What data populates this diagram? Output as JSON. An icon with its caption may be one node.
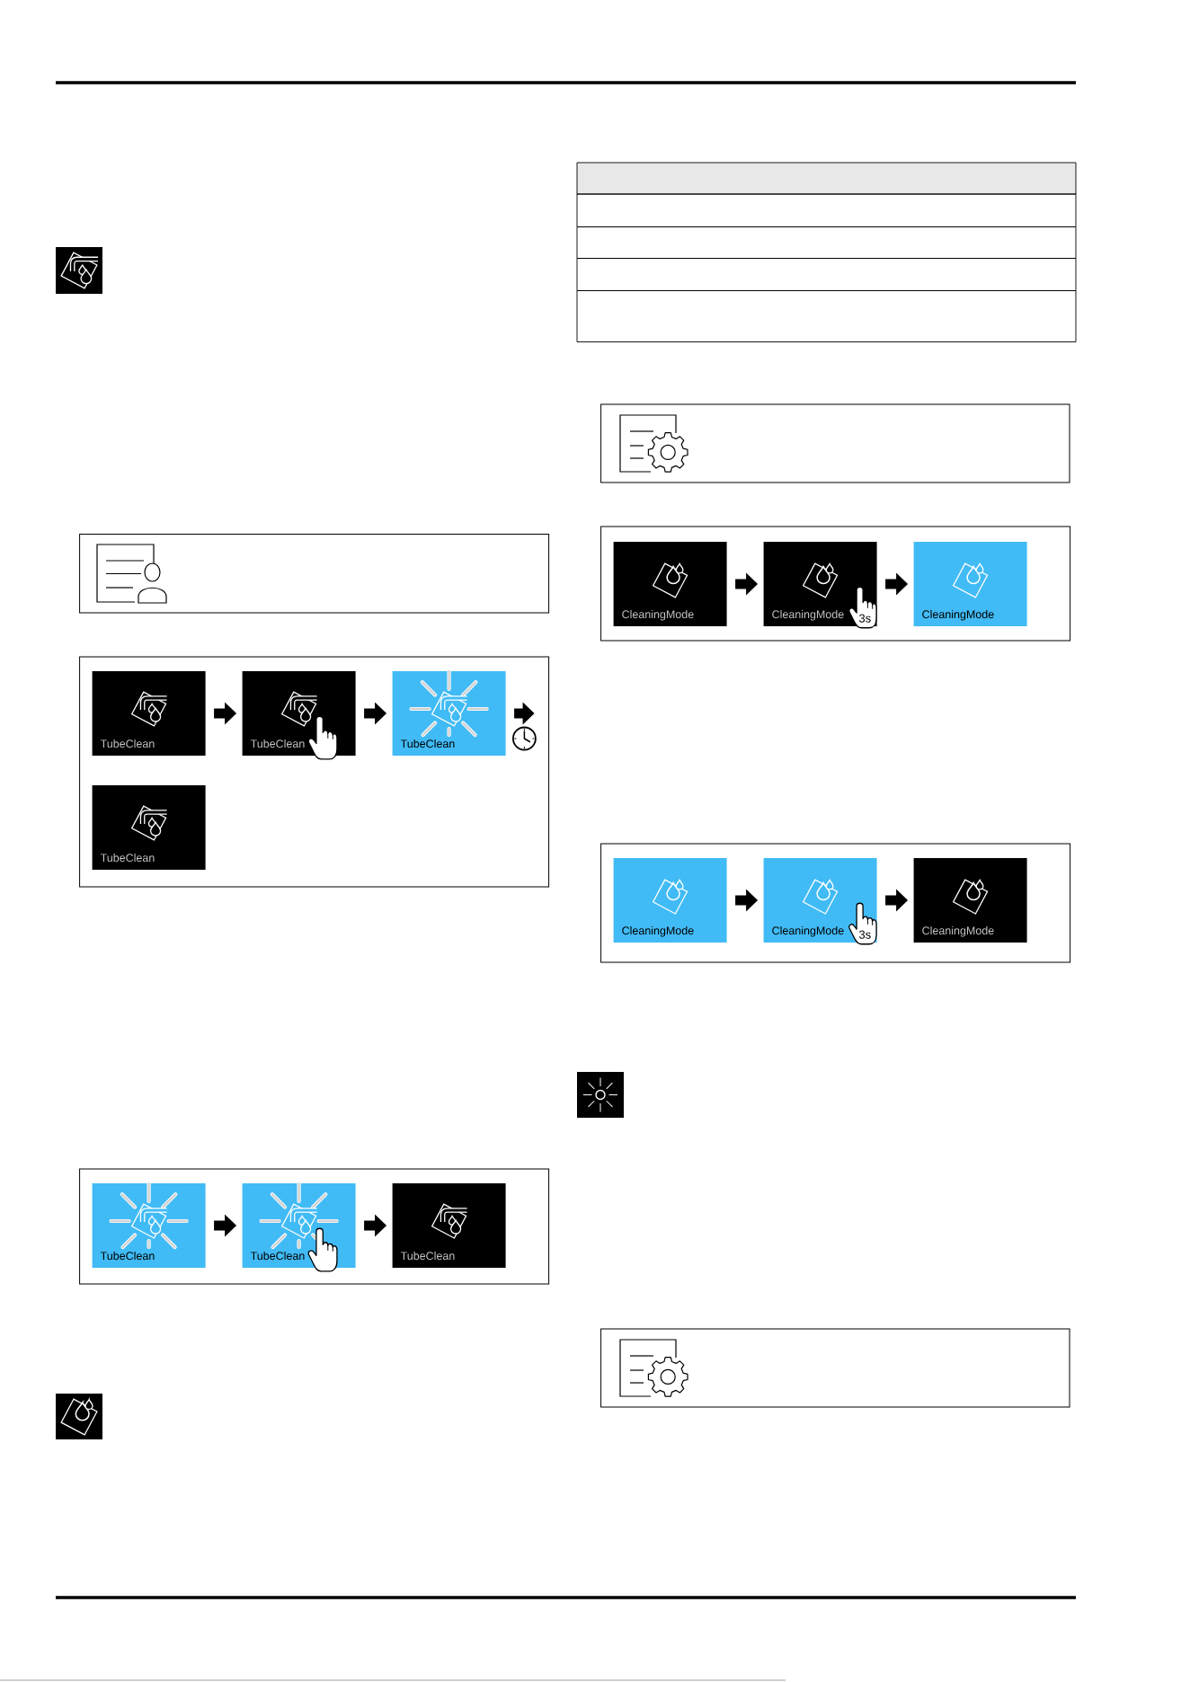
{
  "diagram": {
    "nodes": [
      {
        "text": [],
        "shape": "box"
      },
      {
        "text": [
          "TubeClean"
        ],
        "in": 0
      },
      {
        "text": [
          "TubeClean"
        ],
        "in": 0
      },
      {
        "text": [
          "TubeClean"
        ],
        "in": 0
      },
      {
        "text": [
          "TubeClean"
        ],
        "in": 0
      },
      {
        "text": [],
        "shape": "box"
      },
      {
        "text": [
          "TubeClean"
        ],
        "in": 5
      },
      {
        "text": [
          "TubeClean"
        ],
        "in": 5
      },
      {
        "text": [
          "TubeClean"
        ],
        "in": 5
      },
      {
        "text": [],
        "shape": "box"
      },
      {
        "text": [
          "CleaningMode"
        ],
        "in": 9
      },
      {
        "text": [
          "CleaningMode"
        ],
        "in": 9
      },
      {
        "text": [
          "CleaningMode"
        ],
        "in": 9
      },
      {
        "text": [],
        "shape": "box"
      },
      {
        "text": [
          "CleaningMode"
        ],
        "in": 13
      },
      {
        "text": [
          "CleaningMode"
        ],
        "in": 13
      },
      {
        "text": [
          "CleaningMode"
        ],
        "in": 13
      }
    ],
    "edges": [
      {
        "from": 1,
        "to": 2,
        "arrow": "to"
      },
      {
        "from": 2,
        "to": 3,
        "arrow": "to"
      },
      {
        "from": 3,
        "to": null,
        "arrow": "to"
      },
      {
        "from": 6,
        "to": 7,
        "arrow": "to"
      },
      {
        "from": 7,
        "to": 8,
        "arrow": "to"
      },
      {
        "from": 10,
        "to": 11,
        "arrow": "to"
      },
      {
        "from": 11,
        "to": 12,
        "arrow": "to"
      },
      {
        "from": 14,
        "to": 15,
        "arrow": "to"
      },
      {
        "from": 15,
        "to": 16,
        "arrow": "to"
      }
    ],
    "labels": [
      "3s",
      "3s"
    ]
  }
}
